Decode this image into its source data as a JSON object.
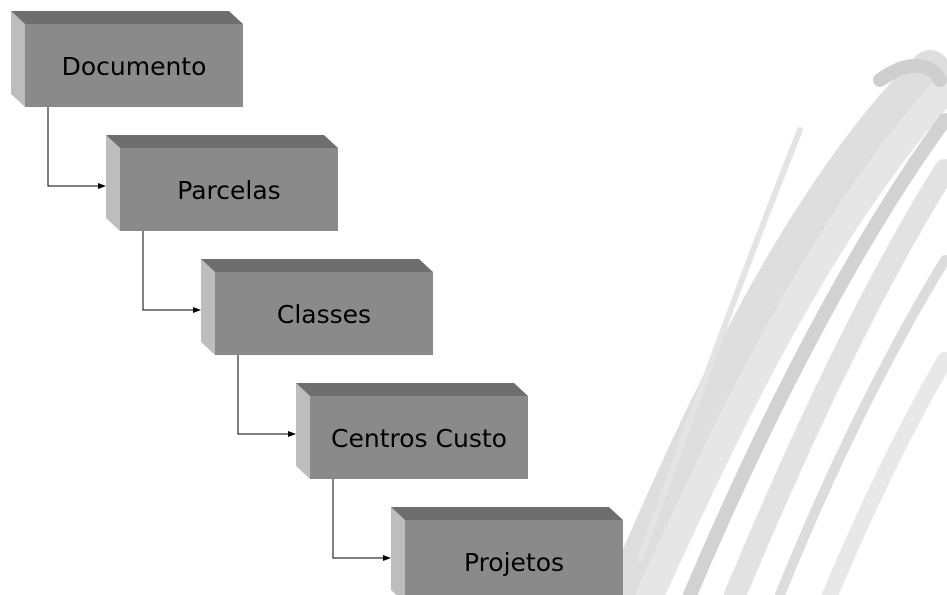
{
  "diagram": {
    "nodes": [
      {
        "id": "documento",
        "label": "Documento"
      },
      {
        "id": "parcelas",
        "label": "Parcelas"
      },
      {
        "id": "classes",
        "label": "Classes"
      },
      {
        "id": "centros-custo",
        "label": "Centros Custo"
      },
      {
        "id": "projetos",
        "label": "Projetos"
      }
    ],
    "edges": [
      {
        "from": "documento",
        "to": "parcelas"
      },
      {
        "from": "parcelas",
        "to": "classes"
      },
      {
        "from": "classes",
        "to": "centros-custo"
      },
      {
        "from": "centros-custo",
        "to": "projetos"
      }
    ],
    "colors": {
      "front": "#8a8a8a",
      "top": "#6e6e6e",
      "side": "#bdbdbd",
      "connector": "#000000",
      "decoration": "#d0d0d0"
    }
  }
}
